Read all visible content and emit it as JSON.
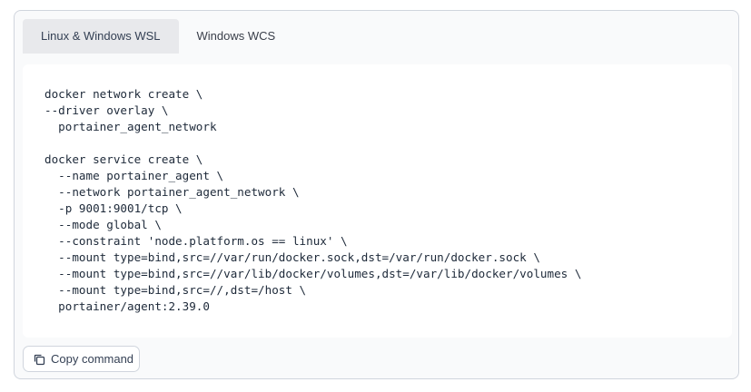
{
  "tabs": [
    {
      "label": "Linux & Windows WSL",
      "active": true
    },
    {
      "label": "Windows WCS",
      "active": false
    }
  ],
  "code": "docker network create \\\n--driver overlay \\\n  portainer_agent_network\n\ndocker service create \\\n  --name portainer_agent \\\n  --network portainer_agent_network \\\n  -p 9001:9001/tcp \\\n  --mode global \\\n  --constraint 'node.platform.os == linux' \\\n  --mount type=bind,src=//var/run/docker.sock,dst=/var/run/docker.sock \\\n  --mount type=bind,src=//var/lib/docker/volumes,dst=/var/lib/docker/volumes \\\n  --mount type=bind,src=//,dst=/host \\\n  portainer/agent:2.39.0",
  "copy_button": {
    "label": "Copy command",
    "icon": "copy-icon"
  }
}
